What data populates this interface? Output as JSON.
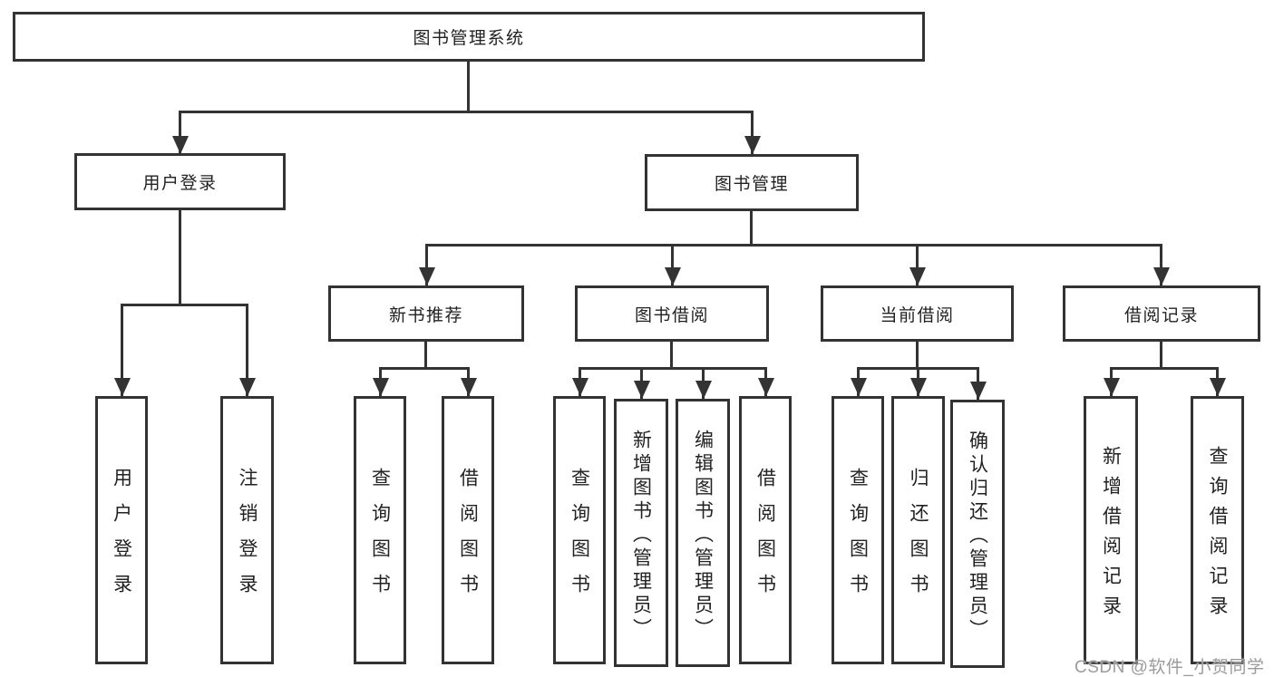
{
  "page": {
    "background": "#ffffff"
  },
  "colors": {
    "line": "#333333",
    "box_border": "#333333",
    "text": "#222222",
    "watermark_text": "#9b9b9b"
  },
  "tree": {
    "root": {
      "label": "图书管理系统"
    },
    "branches": [
      {
        "label": "用户登录",
        "children": [
          {
            "label": "用户登录"
          },
          {
            "label": "注销登录"
          }
        ]
      },
      {
        "label": "图书管理",
        "children": [
          {
            "label": "新书推荐",
            "children": [
              {
                "label": "查询图书"
              },
              {
                "label": "借阅图书"
              }
            ]
          },
          {
            "label": "图书借阅",
            "children": [
              {
                "label": "查询图书"
              },
              {
                "label": "新增图书（管理员）"
              },
              {
                "label": "编辑图书（管理员）"
              },
              {
                "label": "借阅图书"
              }
            ]
          },
          {
            "label": "当前借阅",
            "children": [
              {
                "label": "查询图书"
              },
              {
                "label": "归还图书"
              },
              {
                "label": "确认归还（管理员）"
              }
            ]
          },
          {
            "label": "借阅记录",
            "children": [
              {
                "label": "新增借阅记录"
              },
              {
                "label": "查询借阅记录"
              }
            ]
          }
        ]
      }
    ]
  },
  "watermark": {
    "text": "CSDN @软件_小贺同学"
  }
}
